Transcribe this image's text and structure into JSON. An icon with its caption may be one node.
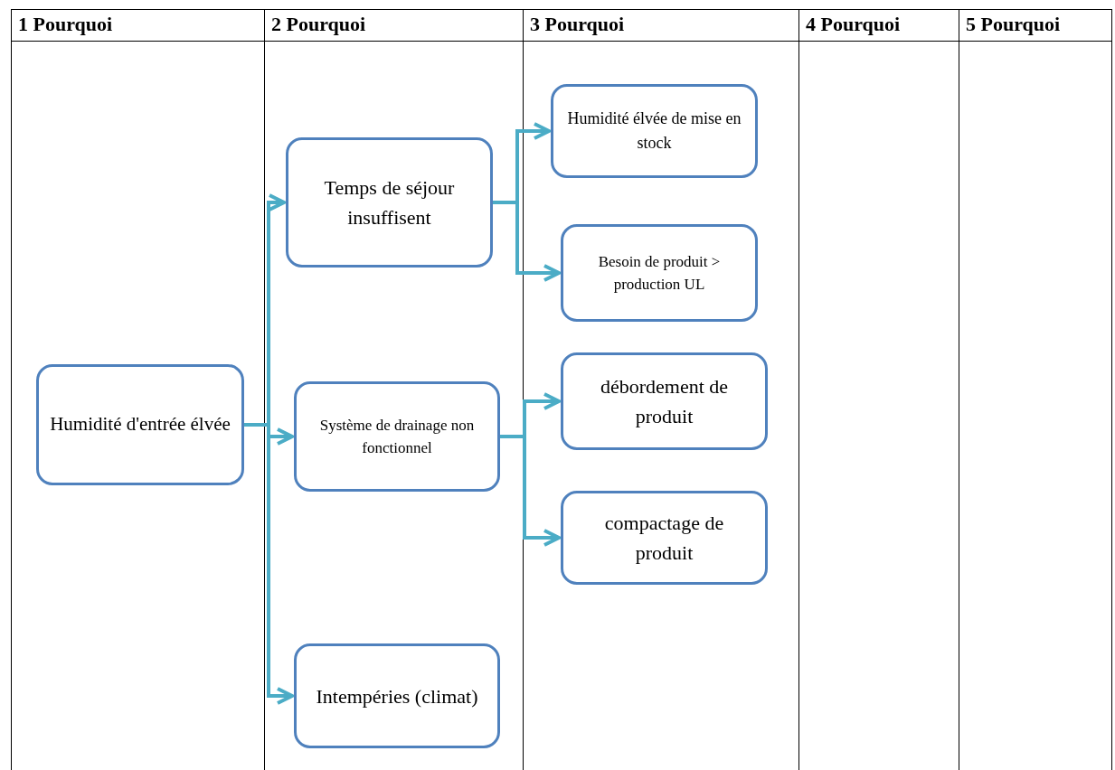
{
  "diagram": {
    "nodes": [
      {
        "text": [
          "Humidité d'entrée élvée"
        ]
      },
      {
        "text": [
          "Temps de séjour insuffisent"
        ]
      },
      {
        "text": [
          "Système de drainage non fonctionnel"
        ]
      },
      {
        "text": [
          "Intempéries (climat)"
        ]
      },
      {
        "text": [
          "Humidité élvée de mise en stock"
        ]
      },
      {
        "text": [
          "Besoin de produit > production UL"
        ]
      },
      {
        "text": [
          "débordement de produit"
        ]
      },
      {
        "text": [
          "compactage de produit"
        ]
      }
    ],
    "edges": [
      {
        "from": 0,
        "to": 1,
        "arrow": "to"
      },
      {
        "from": 0,
        "to": 2,
        "arrow": "to"
      },
      {
        "from": 0,
        "to": 3,
        "arrow": "to"
      },
      {
        "from": 1,
        "to": 4,
        "arrow": "to"
      },
      {
        "from": 1,
        "to": 5,
        "arrow": "to"
      },
      {
        "from": 2,
        "to": 6,
        "arrow": "to"
      },
      {
        "from": 2,
        "to": 7,
        "arrow": "to"
      }
    ],
    "labels": [
      "1 Pourquoi",
      "2 Pourquoi",
      "3 Pourquoi",
      "4 Pourquoi",
      "5 Pourquoi"
    ]
  }
}
